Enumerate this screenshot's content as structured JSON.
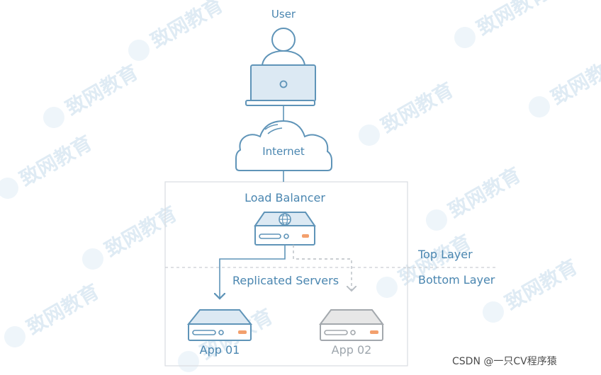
{
  "diagram": {
    "user_label": "User",
    "internet_label": "Internet",
    "load_balancer_label": "Load Balancer",
    "replicated_servers_label": "Replicated Servers",
    "top_layer_label": "Top Layer",
    "bottom_layer_label": "Bottom Layer",
    "app01_label": "App 01",
    "app02_label": "App 02"
  },
  "watermark": {
    "text": "致网教育"
  },
  "credit": {
    "text": "CSDN @一只CV程序猿"
  },
  "colors": {
    "primary": "#4a86b0",
    "line": "#5f94b8",
    "inactive": "#9ea6ad",
    "accent": "#f3a06d",
    "light_fill": "#dce9f3",
    "box_border": "#d9dde1"
  }
}
